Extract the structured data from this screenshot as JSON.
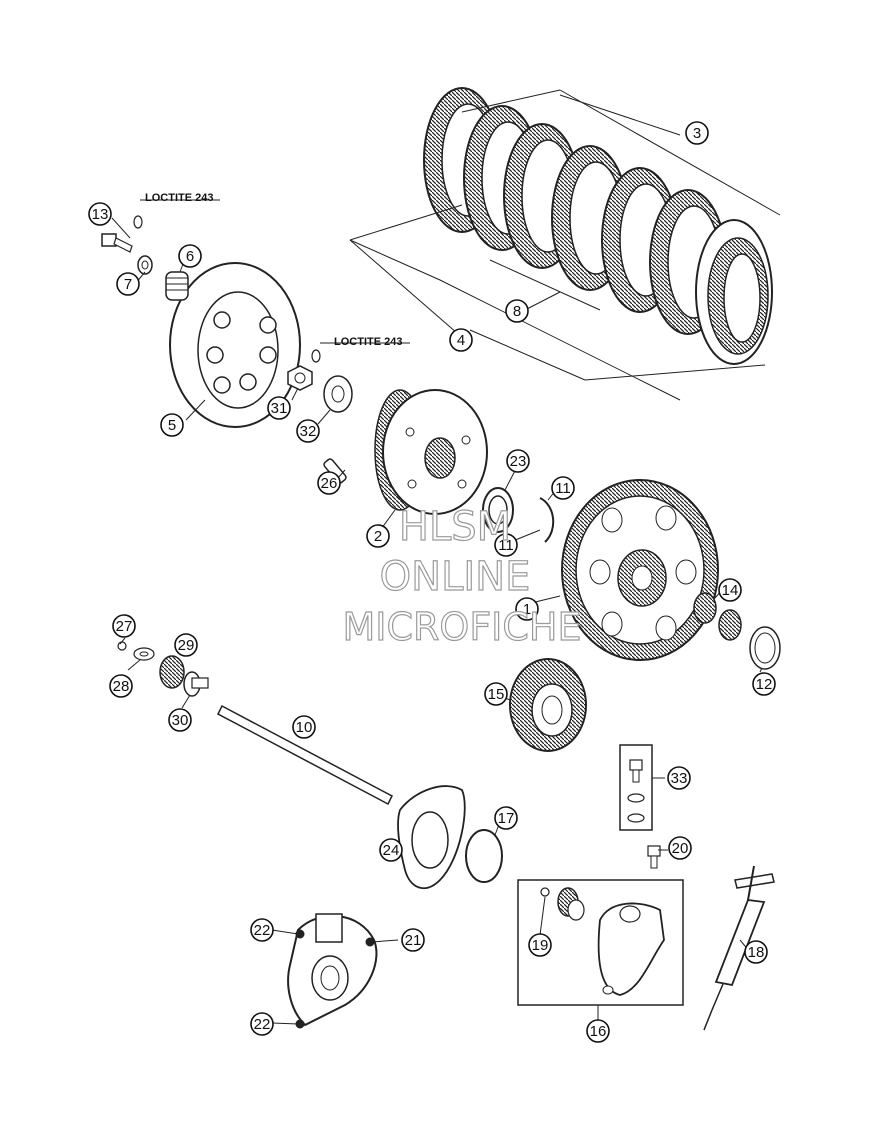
{
  "notes": {
    "loctite_a": "LOCTITE 243",
    "loctite_b": "LOCTITE 243"
  },
  "callouts": [
    "1",
    "2",
    "3",
    "4",
    "5",
    "6",
    "7",
    "8",
    "10",
    "11",
    "11",
    "12",
    "13",
    "14",
    "15",
    "16",
    "17",
    "18",
    "19",
    "20",
    "21",
    "22",
    "22",
    "23",
    "24",
    "26",
    "27",
    "28",
    "29",
    "30",
    "31",
    "32",
    "33"
  ],
  "watermark": {
    "line1": "HLSM",
    "line2": "ONLINE",
    "line3": "MICROFICHE"
  }
}
